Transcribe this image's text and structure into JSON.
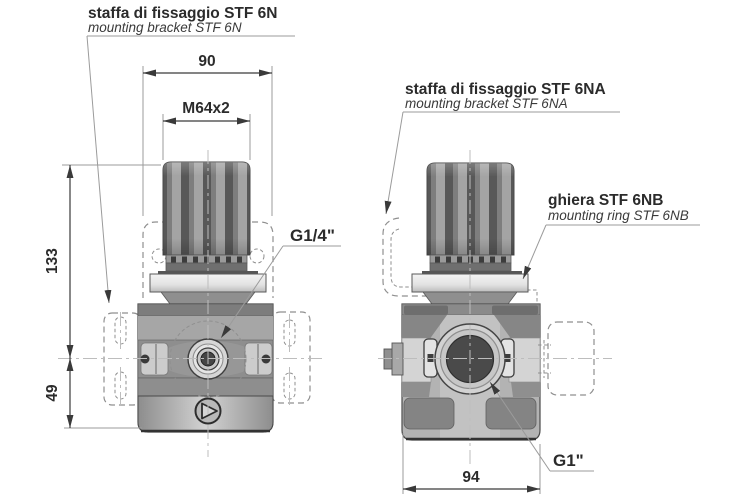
{
  "drawing": {
    "callouts": {
      "stf6n": {
        "title": "staffa di fissaggio STF 6N",
        "subtitle": "mounting bracket STF 6N"
      },
      "stf6na": {
        "title": "staffa di fissaggio STF 6NA",
        "subtitle": "mounting bracket STF 6NA"
      },
      "stf6nb": {
        "title": "ghiera STF 6NB",
        "subtitle": "mounting ring STF 6NB"
      },
      "port_front": {
        "label": "G1/4\""
      },
      "port_side": {
        "label": "G1\""
      }
    },
    "dimensions": {
      "overall_width": "90",
      "thread": "M64x2",
      "height_total": "133",
      "height_lower": "49",
      "depth": "94"
    },
    "colors": {
      "line": "#3a3a3a",
      "outline": "#4a4a4a",
      "dashed": "#8f8f8f",
      "centerline": "#bdbdbd",
      "knob_dark": "#585858",
      "knob_light": "#a4a4a4",
      "body_gray": "#b3b3b3",
      "ring_light": "#f2f2f2",
      "port_dark": "#4a4a4a",
      "text": "#2b2b2b"
    }
  }
}
